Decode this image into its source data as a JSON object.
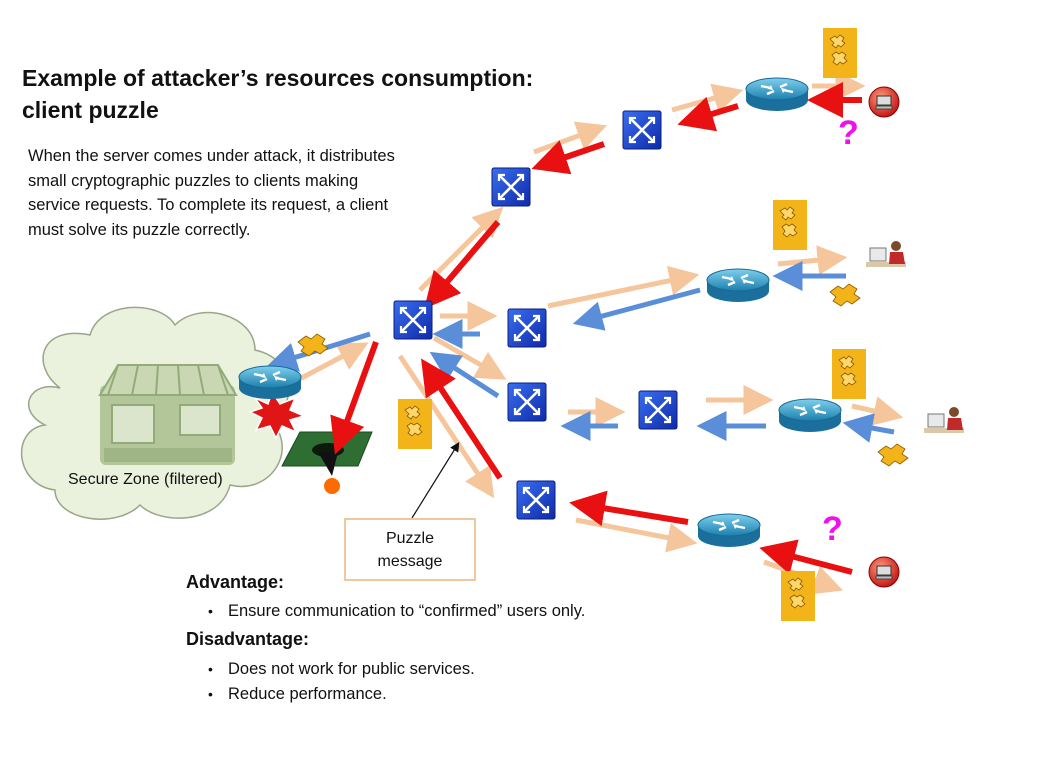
{
  "title_line1": "Example of attacker’s resources consumption:",
  "title_line2": "client puzzle",
  "description": "When the server comes under attack, it distributes small cryptographic puzzles to clients making service requests. To complete its request, a client must solve its puzzle correctly.",
  "secure_zone_label": "Secure Zone (filtered)",
  "callout": {
    "line1": "Puzzle",
    "line2": "message"
  },
  "advantage": {
    "heading": "Advantage:",
    "items": [
      "Ensure communication to “confirmed” users only."
    ]
  },
  "disadvantage": {
    "heading": "Disadvantage:",
    "items": [
      "Does not work for public services.",
      "Reduce performance."
    ]
  },
  "question_mark": "?",
  "colors": {
    "attack_red": "#e81010",
    "request_peach": "#f5c59c",
    "puzzle_blue": "#5a8ed8",
    "switch_blue": "#1a44cc",
    "router_teal": "#3aa0c8",
    "puzzle_yellow": "#f2b418",
    "cloud_fill": "#eaf1dd",
    "question_magenta": "#ee11ee"
  },
  "icons": [
    "switch-icon",
    "router-icon",
    "puzzle-icon",
    "attacker-pc-icon",
    "user-at-desk-icon",
    "shop-icon",
    "explosion-icon",
    "funnel-trap-icon"
  ]
}
